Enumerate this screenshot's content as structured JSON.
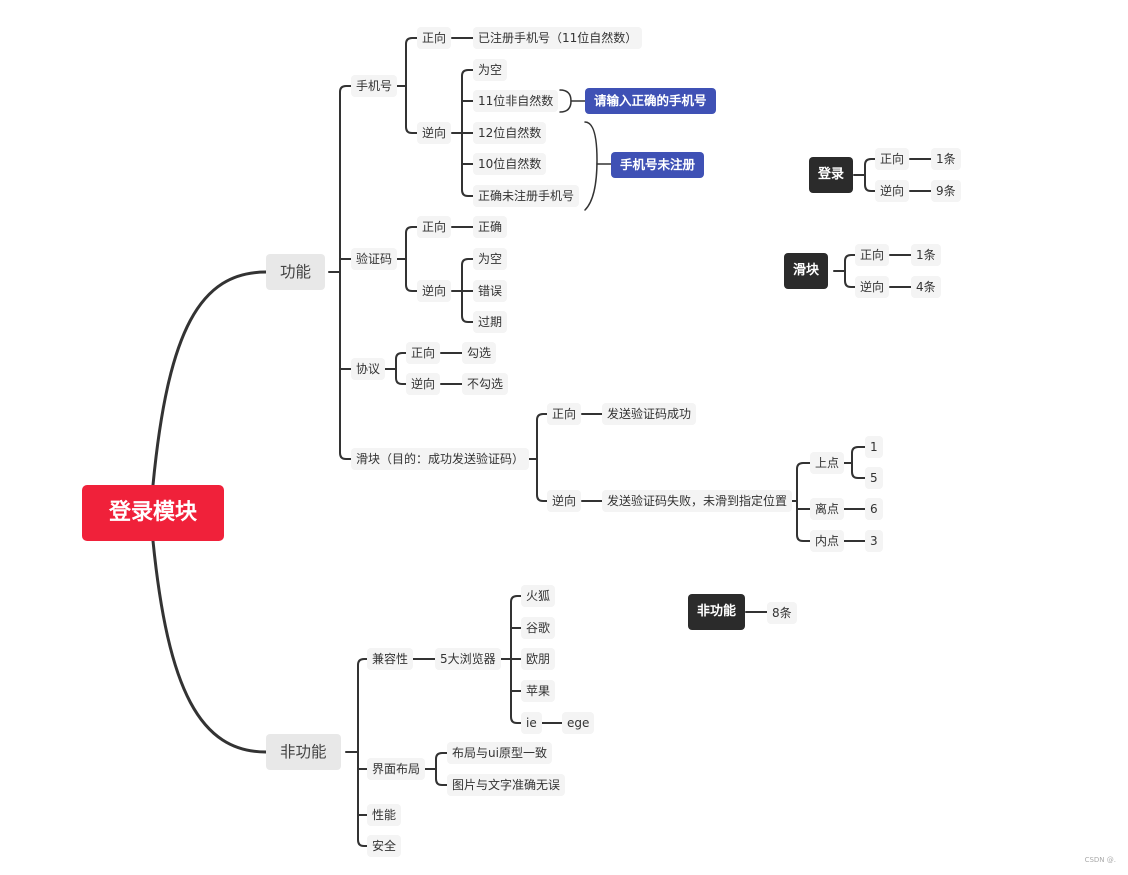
{
  "root": "登录模块",
  "functional": {
    "label": "功能",
    "phone": {
      "label": "手机号",
      "positive": "正向",
      "positive_case": "已注册手机号（11位自然数）",
      "negative": "逆向",
      "negative_cases": [
        "为空",
        "11位非自然数",
        "12位自然数",
        "10位自然数",
        "正确未注册手机号"
      ],
      "summary_invalid": "请输入正确的手机号",
      "summary_unregistered": "手机号未注册"
    },
    "captcha": {
      "label": "验证码",
      "positive": "正向",
      "positive_case": "正确",
      "negative": "逆向",
      "negative_cases": [
        "为空",
        "错误",
        "过期"
      ]
    },
    "agreement": {
      "label": "协议",
      "positive": "正向",
      "positive_case": "勾选",
      "negative": "逆向",
      "negative_case": "不勾选"
    },
    "slider": {
      "label": "滑块（目的：成功发送验证码）",
      "positive": "正向",
      "positive_case": "发送验证码成功",
      "negative": "逆向",
      "negative_case": "发送验证码失败，未滑到指定位置",
      "points": [
        {
          "label": "上点",
          "values": [
            "1",
            "5"
          ]
        },
        {
          "label": "离点",
          "values": [
            "6"
          ]
        },
        {
          "label": "内点",
          "values": [
            "3"
          ]
        }
      ]
    }
  },
  "non_functional": {
    "label": "非功能",
    "compat": {
      "label": "兼容性",
      "browsers_label": "5大浏览器",
      "browsers": [
        "火狐",
        "谷歌",
        "欧朋",
        "苹果",
        "ie"
      ],
      "ie_child": "ege"
    },
    "ui": {
      "label": "界面布局",
      "items": [
        "布局与ui原型一致",
        "图片与文字准确无误"
      ]
    },
    "performance": "性能",
    "security": "安全"
  },
  "summaries": {
    "login": {
      "label": "登录",
      "positive": "正向",
      "positive_count": "1条",
      "negative": "逆向",
      "negative_count": "9条"
    },
    "slider": {
      "label": "滑块",
      "positive": "正向",
      "positive_count": "1条",
      "negative": "逆向",
      "negative_count": "4条"
    },
    "nonfunc": {
      "label": "非功能",
      "count": "8条"
    }
  },
  "watermark": "CSDN @.",
  "colors": {
    "root": "#f0213a",
    "summary_blue": "#3f51b5",
    "summary_dark": "#2b2b2b",
    "line": "#333333"
  }
}
